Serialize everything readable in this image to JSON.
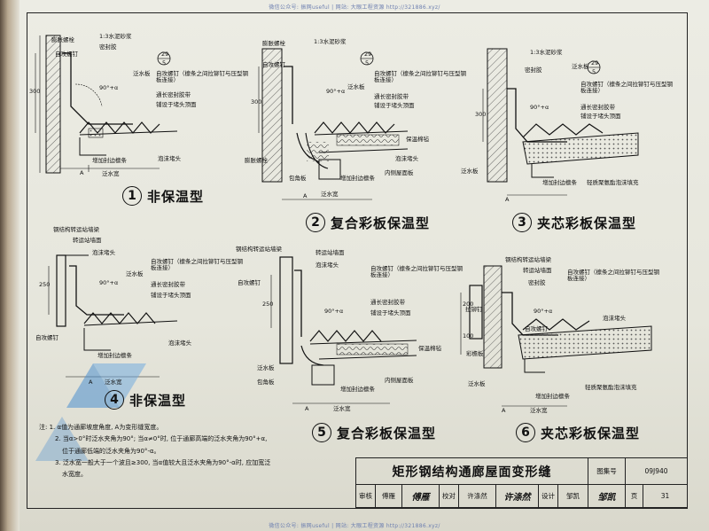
{
  "watermark": {
    "text": "微信公众号: 振网useful | 网站: 大眼工程资源 http://321886.xyz/"
  },
  "details": [
    {
      "num": "1",
      "caption": "非保温型",
      "labels": {
        "l1": "膨胀螺栓",
        "l2": "1:3水泥砂浆",
        "l3": "密封胶",
        "l4": "自攻螺钉",
        "l5": "泛水板",
        "l6": "自攻螺钉（檩条之间拉铆钉与压型钢板连接）",
        "l7": "通长密封胶带",
        "l8": "铺设于堵头顶面",
        "l9": "泡沫堵头",
        "l10": "增加封边檩条",
        "l11": "泛水宽",
        "dim": "300",
        "ang": "90°+α",
        "ref": "29",
        "refb": "5",
        "sec": "A"
      }
    },
    {
      "num": "2",
      "caption": "复合彩板保温型",
      "labels": {
        "l1": "膨胀螺栓",
        "l2": "1:3水泥砂浆",
        "l3": "自攻螺钉",
        "l4": "泛水板",
        "l5": "自攻螺钉（檩条之间拉铆钉与压型钢板连接）",
        "l6": "通长密封胶带",
        "l7": "铺设于堵头顶面",
        "l8": "保温棉毡",
        "l9": "泡沫堵头",
        "l10": "内侧屋面板",
        "l11": "包角板",
        "l12": "增加封边檩条",
        "l13": "泛水宽",
        "l14": "膨胀螺栓",
        "dim": "300",
        "ang": "90°+α",
        "ref": "29",
        "refb": "5",
        "sec": "A"
      }
    },
    {
      "num": "3",
      "caption": "夹芯彩板保温型",
      "labels": {
        "l1": "1:3水泥砂浆",
        "l2": "密封胶",
        "l3": "泛水板",
        "l4": "自攻螺钉（檩条之间拉铆钉与压型钢板连接）",
        "l5": "通长密封胶带",
        "l6": "铺设于堵头顶面",
        "l7": "泛水板",
        "l8": "增加封边檩条",
        "l9": "轻质聚氨酯泡沫填充",
        "dim": "300",
        "ang": "90°+α",
        "ref": "29",
        "refb": "5",
        "sec": "A"
      }
    },
    {
      "num": "4",
      "caption": "非保温型",
      "labels": {
        "l1": "钢结构转运站墙梁",
        "l2": "转运站墙面",
        "l3": "泡沫堵头",
        "l4": "泛水板",
        "l5": "自攻螺钉（檩条之间拉铆钉与压型钢板连接）",
        "l6": "通长密封胶带",
        "l7": "铺设于堵头顶面",
        "l8": "自攻螺钉",
        "l9": "泡沫堵头",
        "l10": "增加封边檩条",
        "l11": "泛水宽",
        "dim": "250",
        "ang": "90°+α",
        "sec": "A"
      }
    },
    {
      "num": "5",
      "caption": "复合彩板保温型",
      "labels": {
        "l1": "钢结构转运站墙梁",
        "l2": "转运站墙面",
        "l3": "泡沫堵头",
        "l4": "自攻螺钉",
        "l5": "自攻螺钉（檩条之间拉铆钉与压型钢板连接）",
        "l6": "通长密封胶带",
        "l7": "铺设于堵头顶面",
        "l8": "保温棉毡",
        "l9": "泛水板",
        "l10": "包角板",
        "l11": "增加封边檩条",
        "l12": "内侧屋面板",
        "l13": "泛水宽",
        "dim": "250",
        "ang": "90°+α",
        "sec": "A"
      }
    },
    {
      "num": "6",
      "caption": "夹芯彩板保温型",
      "labels": {
        "l1": "钢结构转运站墙梁",
        "l2": "转运站墙面",
        "l3": "密封胶",
        "l4": "自攻螺钉（檩条之间拉铆钉与压型钢板连接）",
        "l5": "拉铆钉",
        "l6": "泡沫堵头",
        "l7": "自攻螺钉",
        "l8": "彩檐板",
        "l9": "泛水板",
        "l10": "增加封边檩条",
        "l11": "轻质聚氨酯泡沫填充",
        "l12": "泛水宽",
        "dim1": "100",
        "dim2": "200",
        "ang": "90°+α",
        "sec": "A"
      }
    }
  ],
  "notes": [
    "注: 1. α值为通廊坡度角度, A为变形缝宽度。",
    "2. 当α>0°时泛水夹角为90°; 当α≠0°时, 位于通廊高端的泛水夹角为90°+α,",
    "位于通廊低端的泛水夹角为90°-α。",
    "3. 泛水宽一般大于一个波且≥300, 当α值较大且泛水夹角为90°-α时, 应加宽泛",
    "水宽度。"
  ],
  "title_block": {
    "title": "矩形钢结构通廊屋面变形缝",
    "atlas_label": "图集号",
    "atlas_no": "09J940",
    "review_label": "审核",
    "reviewer": "傅雁",
    "reviewer_sig": "傅雁",
    "check_label": "校对",
    "checker": "许涤然",
    "checker_sig": "许涤然",
    "design_label": "设计",
    "designer": "邹凯",
    "designer_sig": "邹凯",
    "page_label": "页",
    "page_no": "31"
  }
}
